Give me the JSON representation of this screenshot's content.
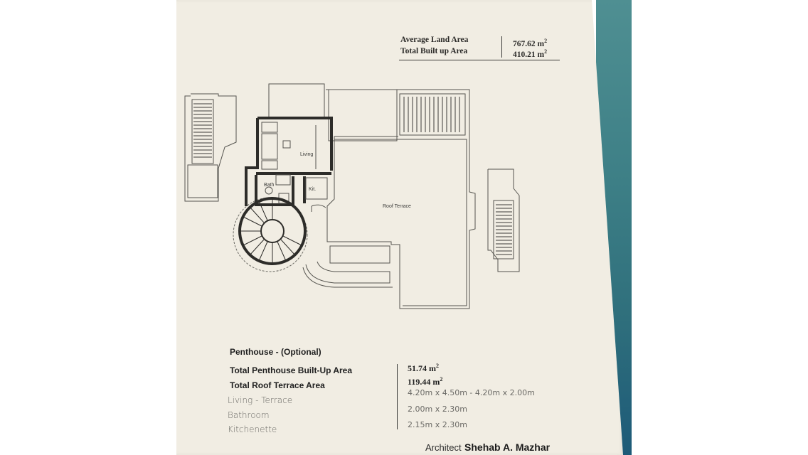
{
  "summary": {
    "average_land_area": {
      "label": "Average Land Area",
      "value": "767.62 m",
      "unit_sup": "2"
    },
    "total_built_up_area": {
      "label": "Total Built up Area",
      "value": "410.21 m",
      "unit_sup": "2"
    }
  },
  "plan_labels": {
    "living": "Living",
    "bath": "Bath",
    "kit": "Kit.",
    "roof_terrace": "Roof Terrace"
  },
  "penthouse": {
    "title": "Penthouse - (Optional)",
    "rows": [
      {
        "label": "Total Penthouse Built-Up Area",
        "value": "51.74 m",
        "sup": "2",
        "style": "bold"
      },
      {
        "label": "Total Roof Terrace Area",
        "value": "119.44 m",
        "sup": "2",
        "style": "bold"
      },
      {
        "label": "Living - Terrace",
        "value": "4.20m x 4.50m - 4.20m x 2.00m",
        "sup": "",
        "style": "light"
      },
      {
        "label": "Bathroom",
        "value": "2.00m x 2.30m",
        "sup": "",
        "style": "light"
      },
      {
        "label": "Kitchenette",
        "value": "2.15m x 2.30m",
        "sup": "",
        "style": "light"
      }
    ]
  },
  "footer": {
    "architect_prefix": "Architect",
    "architect_name": "Shehab A. Mazhar"
  },
  "colors": {
    "paper": "#f1ede3",
    "ink": "#2b2a28",
    "teal_edge": "#3d7f86"
  }
}
